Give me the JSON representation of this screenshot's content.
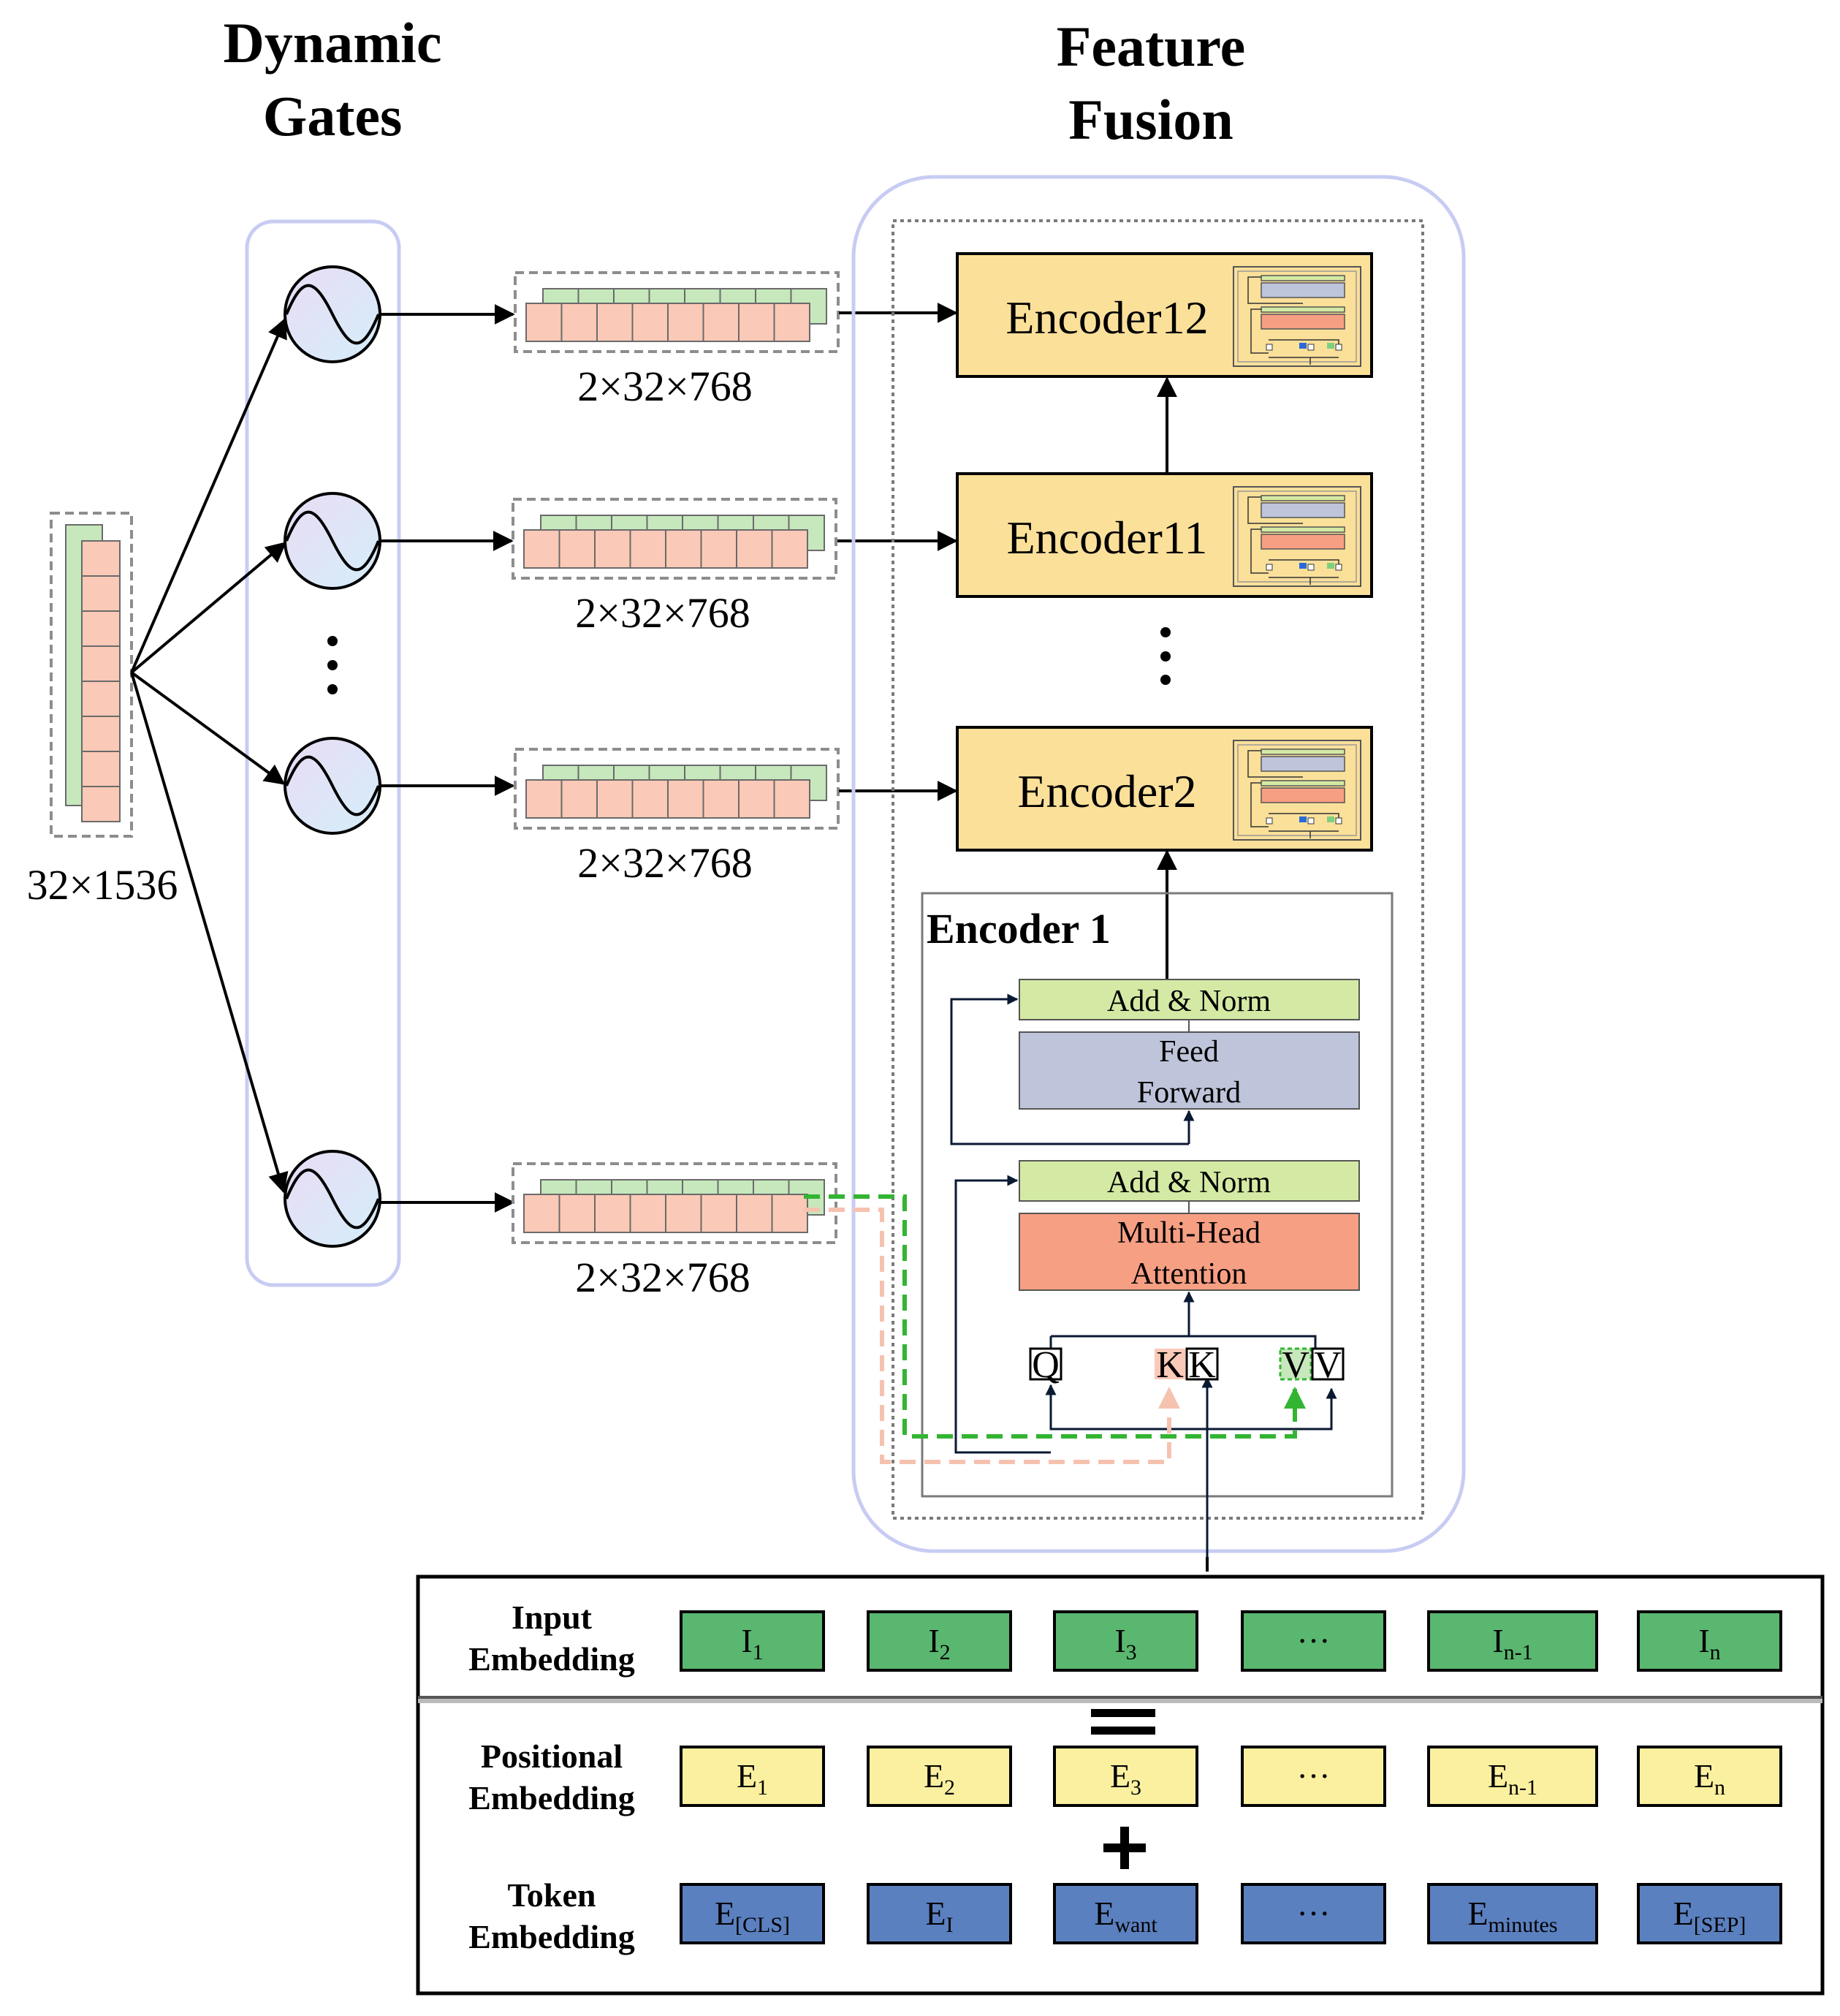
{
  "titles": {
    "dynamic_gates": [
      "Dynamic",
      "Gates"
    ],
    "feature_fusion": [
      "Feature",
      "Fusion"
    ]
  },
  "input_shape": "32×1536",
  "gate_output_shapes": [
    "2×32×768",
    "2×32×768",
    "2×32×768",
    "2×32×768"
  ],
  "encoders": [
    "Encoder12",
    "Encoder11",
    "Encoder2"
  ],
  "encoder1": {
    "title": "Encoder 1",
    "add_norm_top": "Add & Norm",
    "feed_forward": [
      "Feed",
      "Forward"
    ],
    "add_norm_bottom": "Add & Norm",
    "attention": [
      "Multi-Head",
      "Attention"
    ],
    "q": "Q",
    "k": "K",
    "v": "V"
  },
  "embedding": {
    "rows": [
      {
        "label": [
          "Input",
          "Embedding"
        ],
        "color": "#5ab76f",
        "tokens": [
          [
            "I",
            "1"
          ],
          [
            "I",
            "2"
          ],
          [
            "I",
            "3"
          ],
          [
            "···",
            ""
          ],
          [
            "I",
            "n-1"
          ],
          [
            "I",
            "n"
          ]
        ]
      },
      {
        "label": [
          "Positional",
          "Embedding"
        ],
        "color": "#fbf0a0",
        "tokens": [
          [
            "E",
            "1"
          ],
          [
            "E",
            "2"
          ],
          [
            "E",
            "3"
          ],
          [
            "···",
            ""
          ],
          [
            "E",
            "n-1"
          ],
          [
            "E",
            "n"
          ]
        ]
      },
      {
        "label": [
          "Token",
          "Embedding"
        ],
        "color": "#5b80bf",
        "tokens": [
          [
            "E",
            "[CLS]"
          ],
          [
            "E",
            "I"
          ],
          [
            "E",
            "want"
          ],
          [
            "···",
            ""
          ],
          [
            "E",
            "minutes"
          ],
          [
            "E",
            "[SEP]"
          ]
        ]
      }
    ],
    "equals": "=",
    "plus": "+"
  },
  "colors": {
    "green_slot": "#c6e8bc",
    "pink_slot": "#fbc9b7",
    "gate_fill": "#dde5f8",
    "encoder_fill": "#fbe09a",
    "add_norm": "#d4eaa4",
    "feed_forward": "#bec5da",
    "attention": "#f79f83",
    "panel_border": "#c8ccf3"
  }
}
